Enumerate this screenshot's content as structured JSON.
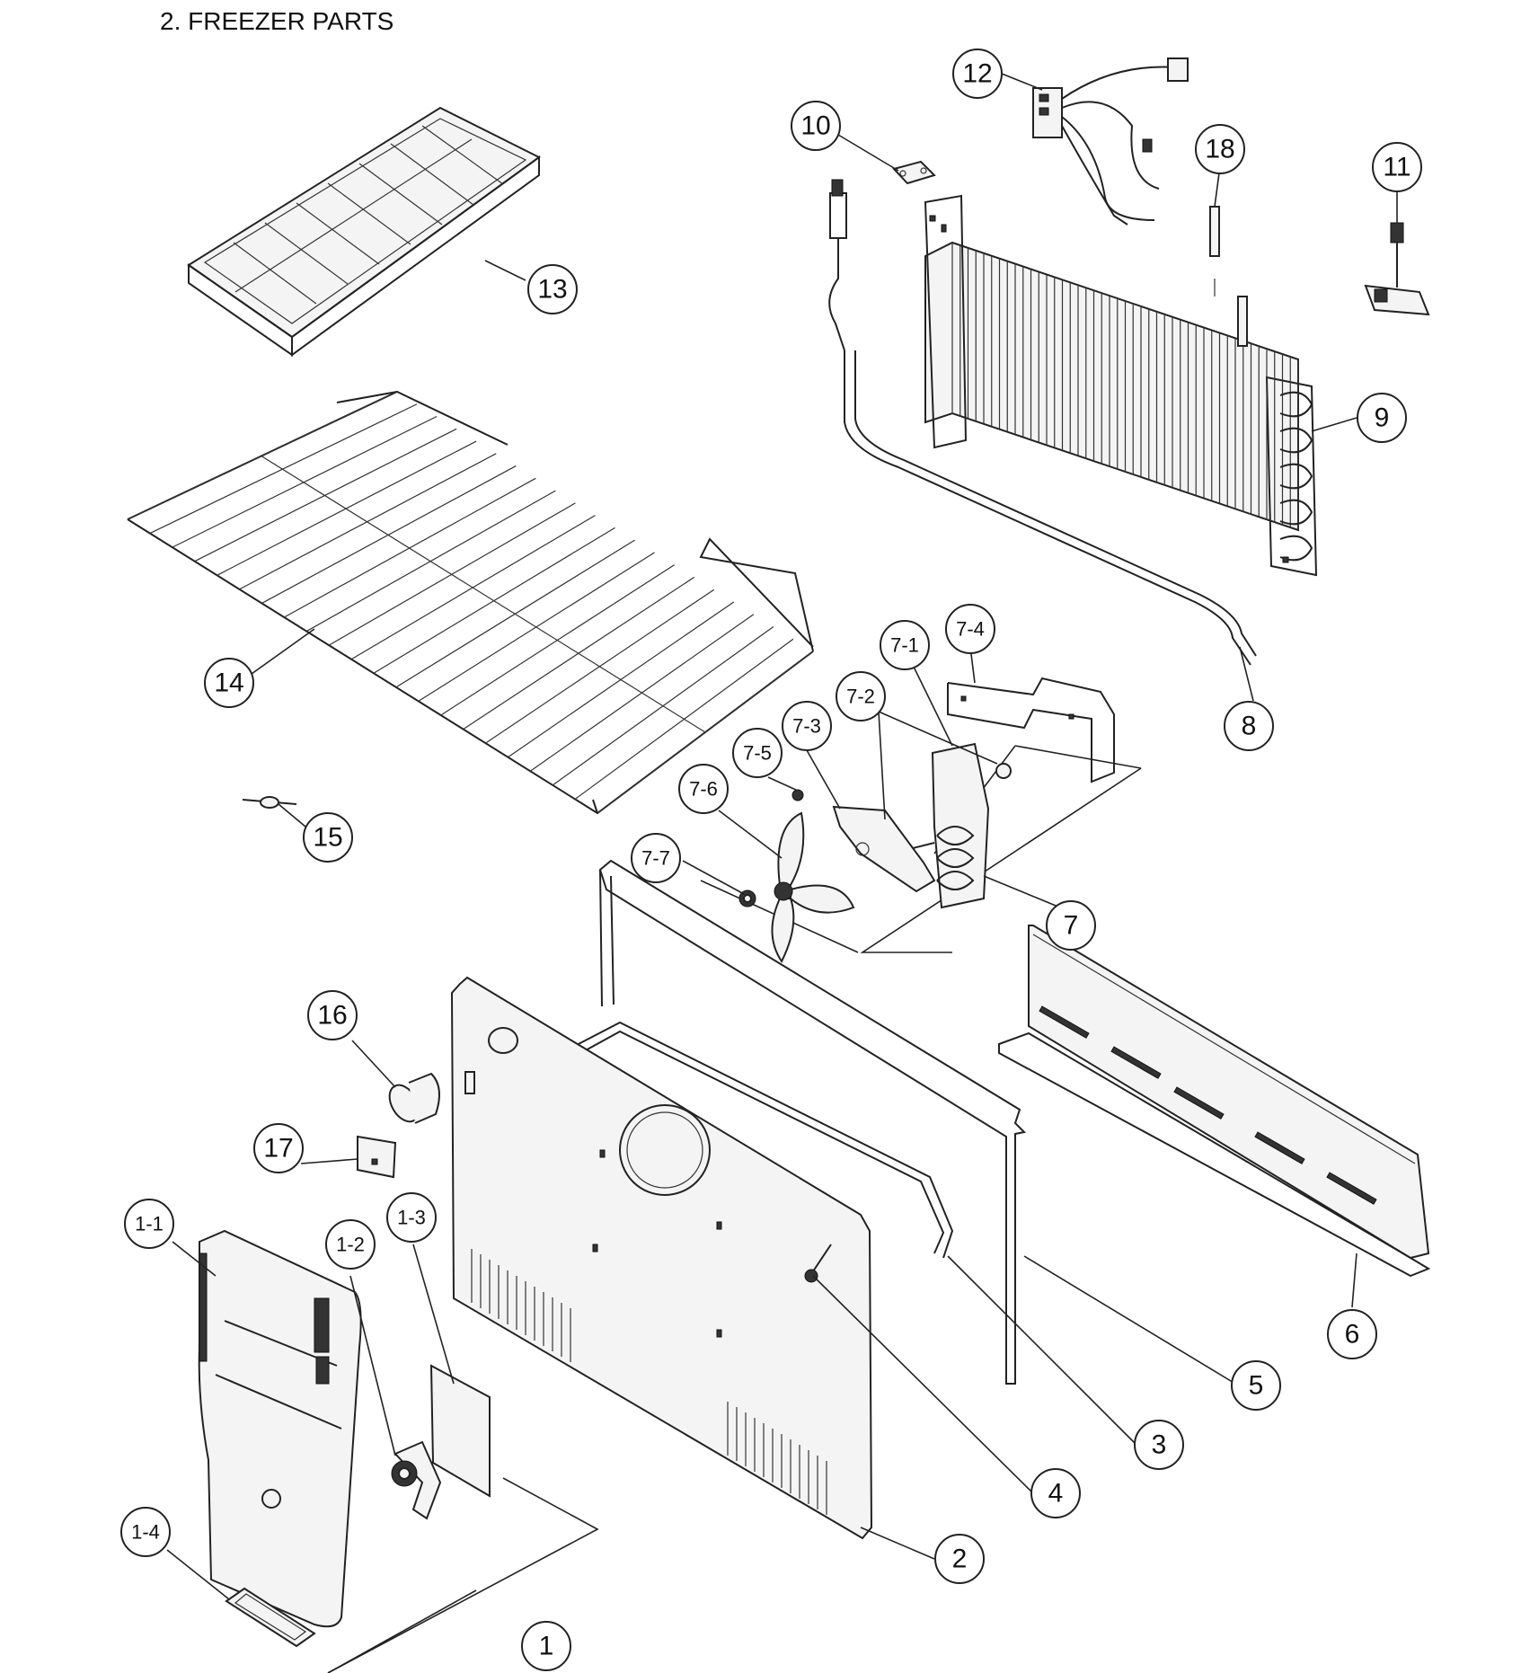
{
  "title": "2. FREEZER PARTS",
  "callouts": [
    {
      "label": "12"
    },
    {
      "label": "10"
    },
    {
      "label": "18"
    },
    {
      "label": "11"
    },
    {
      "label": "13"
    },
    {
      "label": "9"
    },
    {
      "label": "14"
    },
    {
      "label": "8"
    },
    {
      "label": "7-4"
    },
    {
      "label": "7-1"
    },
    {
      "label": "7-2"
    },
    {
      "label": "7-3"
    },
    {
      "label": "7-5"
    },
    {
      "label": "7-6"
    },
    {
      "label": "7-7"
    },
    {
      "label": "7"
    },
    {
      "label": "15"
    },
    {
      "label": "16"
    },
    {
      "label": "17"
    },
    {
      "label": "1-1"
    },
    {
      "label": "1-2"
    },
    {
      "label": "1-3"
    },
    {
      "label": "1-4"
    },
    {
      "label": "6"
    },
    {
      "label": "5"
    },
    {
      "label": "3"
    },
    {
      "label": "4"
    },
    {
      "label": "2"
    },
    {
      "label": "1"
    }
  ]
}
